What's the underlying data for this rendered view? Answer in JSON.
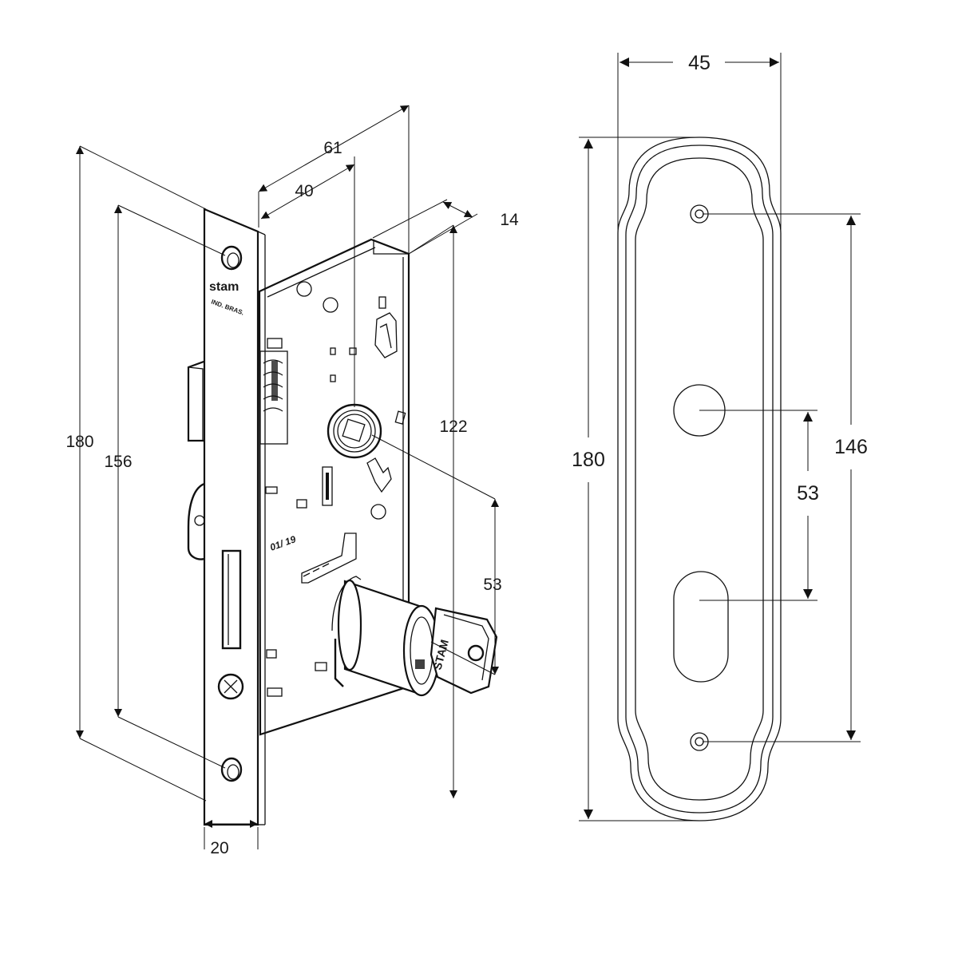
{
  "lock_view": {
    "dims": {
      "height_total": "180",
      "screw_spacing": "156",
      "faceplate_width": "20",
      "backset_depth": "61",
      "handle_center": "40",
      "case_thickness": "14",
      "case_height": "122",
      "handle_to_cylinder": "53"
    },
    "faceplate_marking": {
      "brand": "stam",
      "sub": "IND. BRAS."
    },
    "case_marking": "01/ 19",
    "key_marking": "STAM"
  },
  "escutcheon_view": {
    "dims": {
      "width": "45",
      "height": "180",
      "screw_spacing": "146",
      "handle_to_keyhole": "53"
    }
  }
}
